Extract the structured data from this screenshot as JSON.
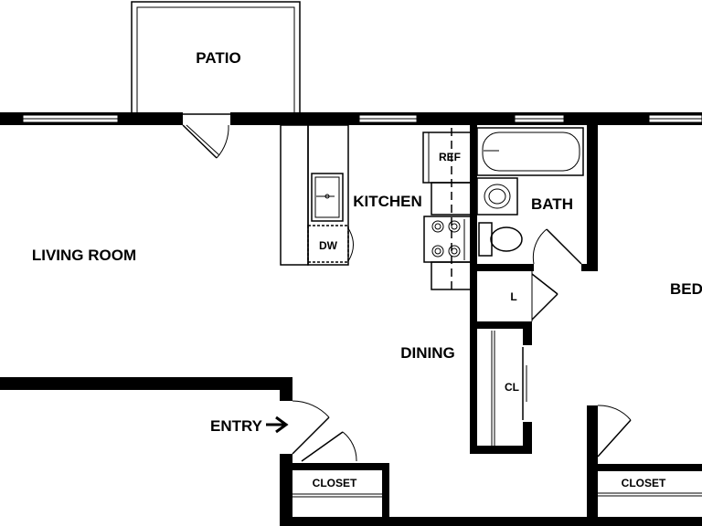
{
  "floor_plan": {
    "rooms": {
      "patio": "PATIO",
      "living_room": "LIVING ROOM",
      "kitchen": "KITCHEN",
      "bath": "BATH",
      "dining": "DINING",
      "entry": "ENTRY",
      "bedroom": "BED",
      "closet_entry": "CLOSET",
      "closet_bedroom": "CLOSET"
    },
    "fixtures": {
      "refrigerator": "REF",
      "dishwasher": "DW",
      "linen": "L",
      "closet_hall": "CL"
    },
    "icons": {
      "entry_arrow": "arrow-right-icon"
    }
  }
}
